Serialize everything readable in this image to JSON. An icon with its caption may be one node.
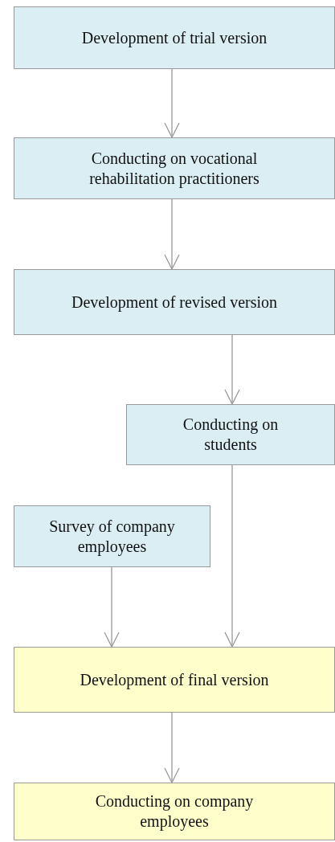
{
  "diagram": {
    "nodes": [
      {
        "text": [
          "Development of trial version"
        ]
      },
      {
        "text": [
          "Conducting on vocational rehabilitation practitioners"
        ]
      },
      {
        "text": [
          "Development of revised version"
        ]
      },
      {
        "text": [
          "Conducting on students"
        ]
      },
      {
        "text": [
          "Survey of company employees"
        ]
      },
      {
        "text": [
          "Development of final version"
        ]
      },
      {
        "text": [
          "Conducting on company employees"
        ]
      }
    ],
    "edges": [
      {
        "from": 0,
        "to": 1,
        "arrow": "to"
      },
      {
        "from": 1,
        "to": 2,
        "arrow": "to"
      },
      {
        "from": 2,
        "to": 3,
        "arrow": "to"
      },
      {
        "from": 3,
        "to": 5,
        "arrow": "to"
      },
      {
        "from": 4,
        "to": 5,
        "arrow": "to"
      },
      {
        "from": 5,
        "to": 6,
        "arrow": "to"
      }
    ]
  }
}
